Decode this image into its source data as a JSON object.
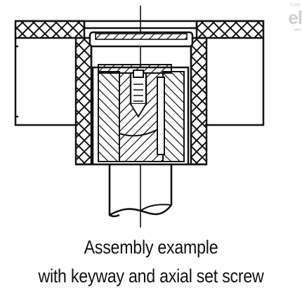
{
  "caption": {
    "line1": "Assembly example",
    "line2": "with keyway and axial set screw"
  },
  "watermark": {
    "copyright": "Copy",
    "mark": "el",
    "sub": "ww"
  },
  "colors": {
    "ink": "#111111",
    "background": "#ffffff",
    "watermark": "#cfcfcf"
  }
}
